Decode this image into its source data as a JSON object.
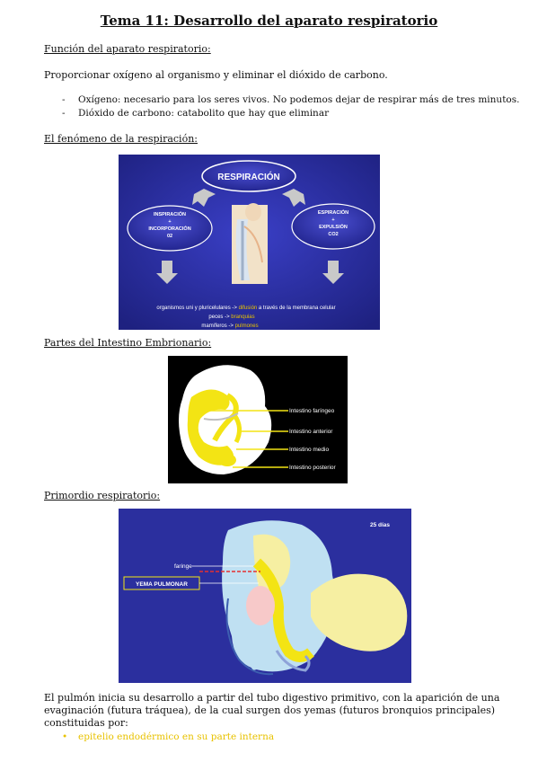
{
  "doc": {
    "title": "Tema 11: Desarrollo del aparato respiratorio",
    "section1": {
      "heading": "Función del aparato respiratorio:",
      "intro": "Proporcionar oxígeno al organismo y eliminar el dióxido de carbono.",
      "bullets": [
        "Oxígeno: necesario para los seres vivos. No podemos dejar de respirar más de tres minutos.",
        "Dióxido de carbono: catabolito que hay que eliminar"
      ],
      "bullet_marker": "-"
    },
    "section2": {
      "heading": "El fenómeno de la respiración:",
      "figure": {
        "title": "RESPIRACIÓN",
        "left_label": [
          "INSPIRACIÓN",
          "+",
          "INCORPORACIÓN",
          "02"
        ],
        "right_label": [
          "ESPIRACIÓN",
          "+",
          "EXPULSIÓN",
          "CO2"
        ],
        "line1_a": "organismos uni y pluricelulares -> ",
        "line1_b": "difusión",
        "line1_c": " a través de la membrana celular",
        "line2_a": "peces -> ",
        "line2_b": "branquias",
        "line3_a": "mamíferos -> ",
        "line3_b": "pulmones"
      }
    },
    "section3": {
      "heading": "Partes del Intestino Embrionario:",
      "figure": {
        "labels": [
          "Intestino faríngeo",
          "Intestino anterior",
          "Intestino medio",
          "Intestino posterior"
        ]
      }
    },
    "section4": {
      "heading": "Primordio respiratorio:",
      "figure": {
        "days": "25 días",
        "faringe": "faringe",
        "yema": "YEMA PULMONAR"
      }
    },
    "section5": {
      "paragraph": "El pulmón inicia su desarrollo a partir del tubo digestivo primitivo, con la aparición de una evaginación (futura tráquea), de la cual surgen dos yemas (futuros bronquios principales) constituidas por:",
      "bullets": [
        "epitelio endodérmico en su parte interna"
      ],
      "bullet_marker": "•"
    }
  },
  "colors": {
    "slide_blue": "#2b2f9e",
    "highlight_yellow": "#e8c200",
    "label_white": "#ffffff"
  }
}
